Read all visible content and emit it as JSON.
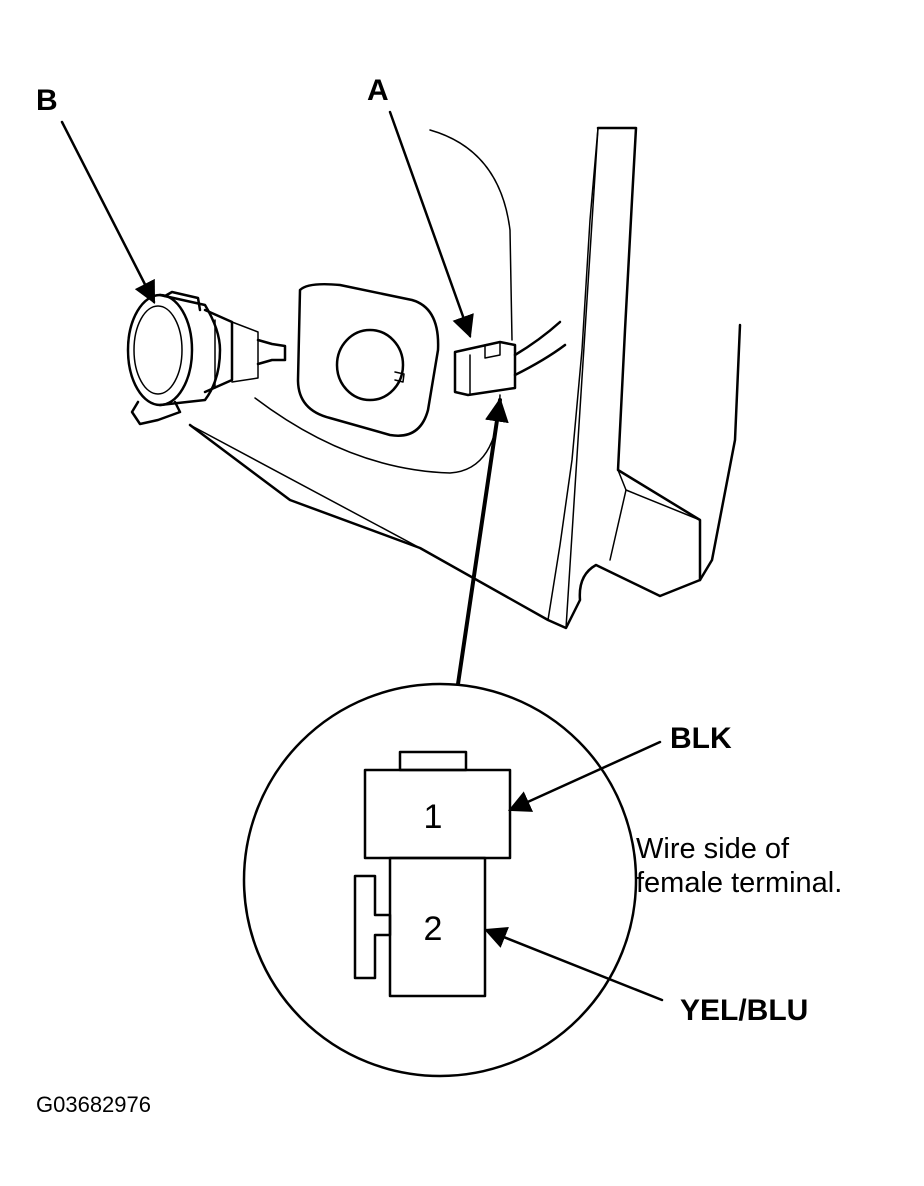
{
  "labels": {
    "callout_a": "A",
    "callout_b": "B",
    "wire_blk": "BLK",
    "wire_yel_blu": "YEL/BLU",
    "terminal_1": "1",
    "terminal_2": "2",
    "note_line1": "Wire side of",
    "note_line2": "female terminal.",
    "figure_id": "G03682976"
  },
  "colors": {
    "ink": "#000000",
    "paper": "#ffffff"
  }
}
